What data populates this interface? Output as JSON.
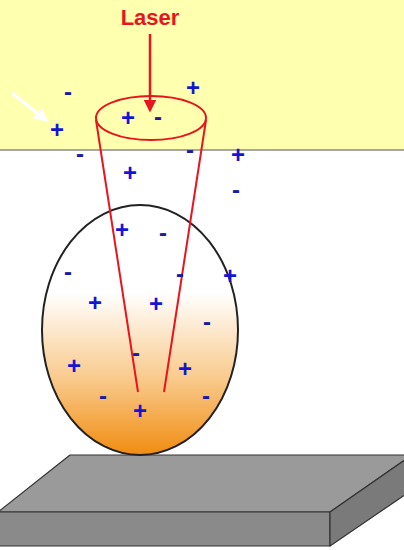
{
  "diagram": {
    "labels": [
      "Laser",
      "-",
      "+",
      "+",
      "-",
      "+",
      "-",
      "+",
      "-",
      "+",
      "-",
      "+",
      "-",
      "-",
      "-",
      "+",
      "+",
      "+",
      "-",
      "-",
      "+",
      "+",
      "-",
      "+",
      "-"
    ]
  }
}
